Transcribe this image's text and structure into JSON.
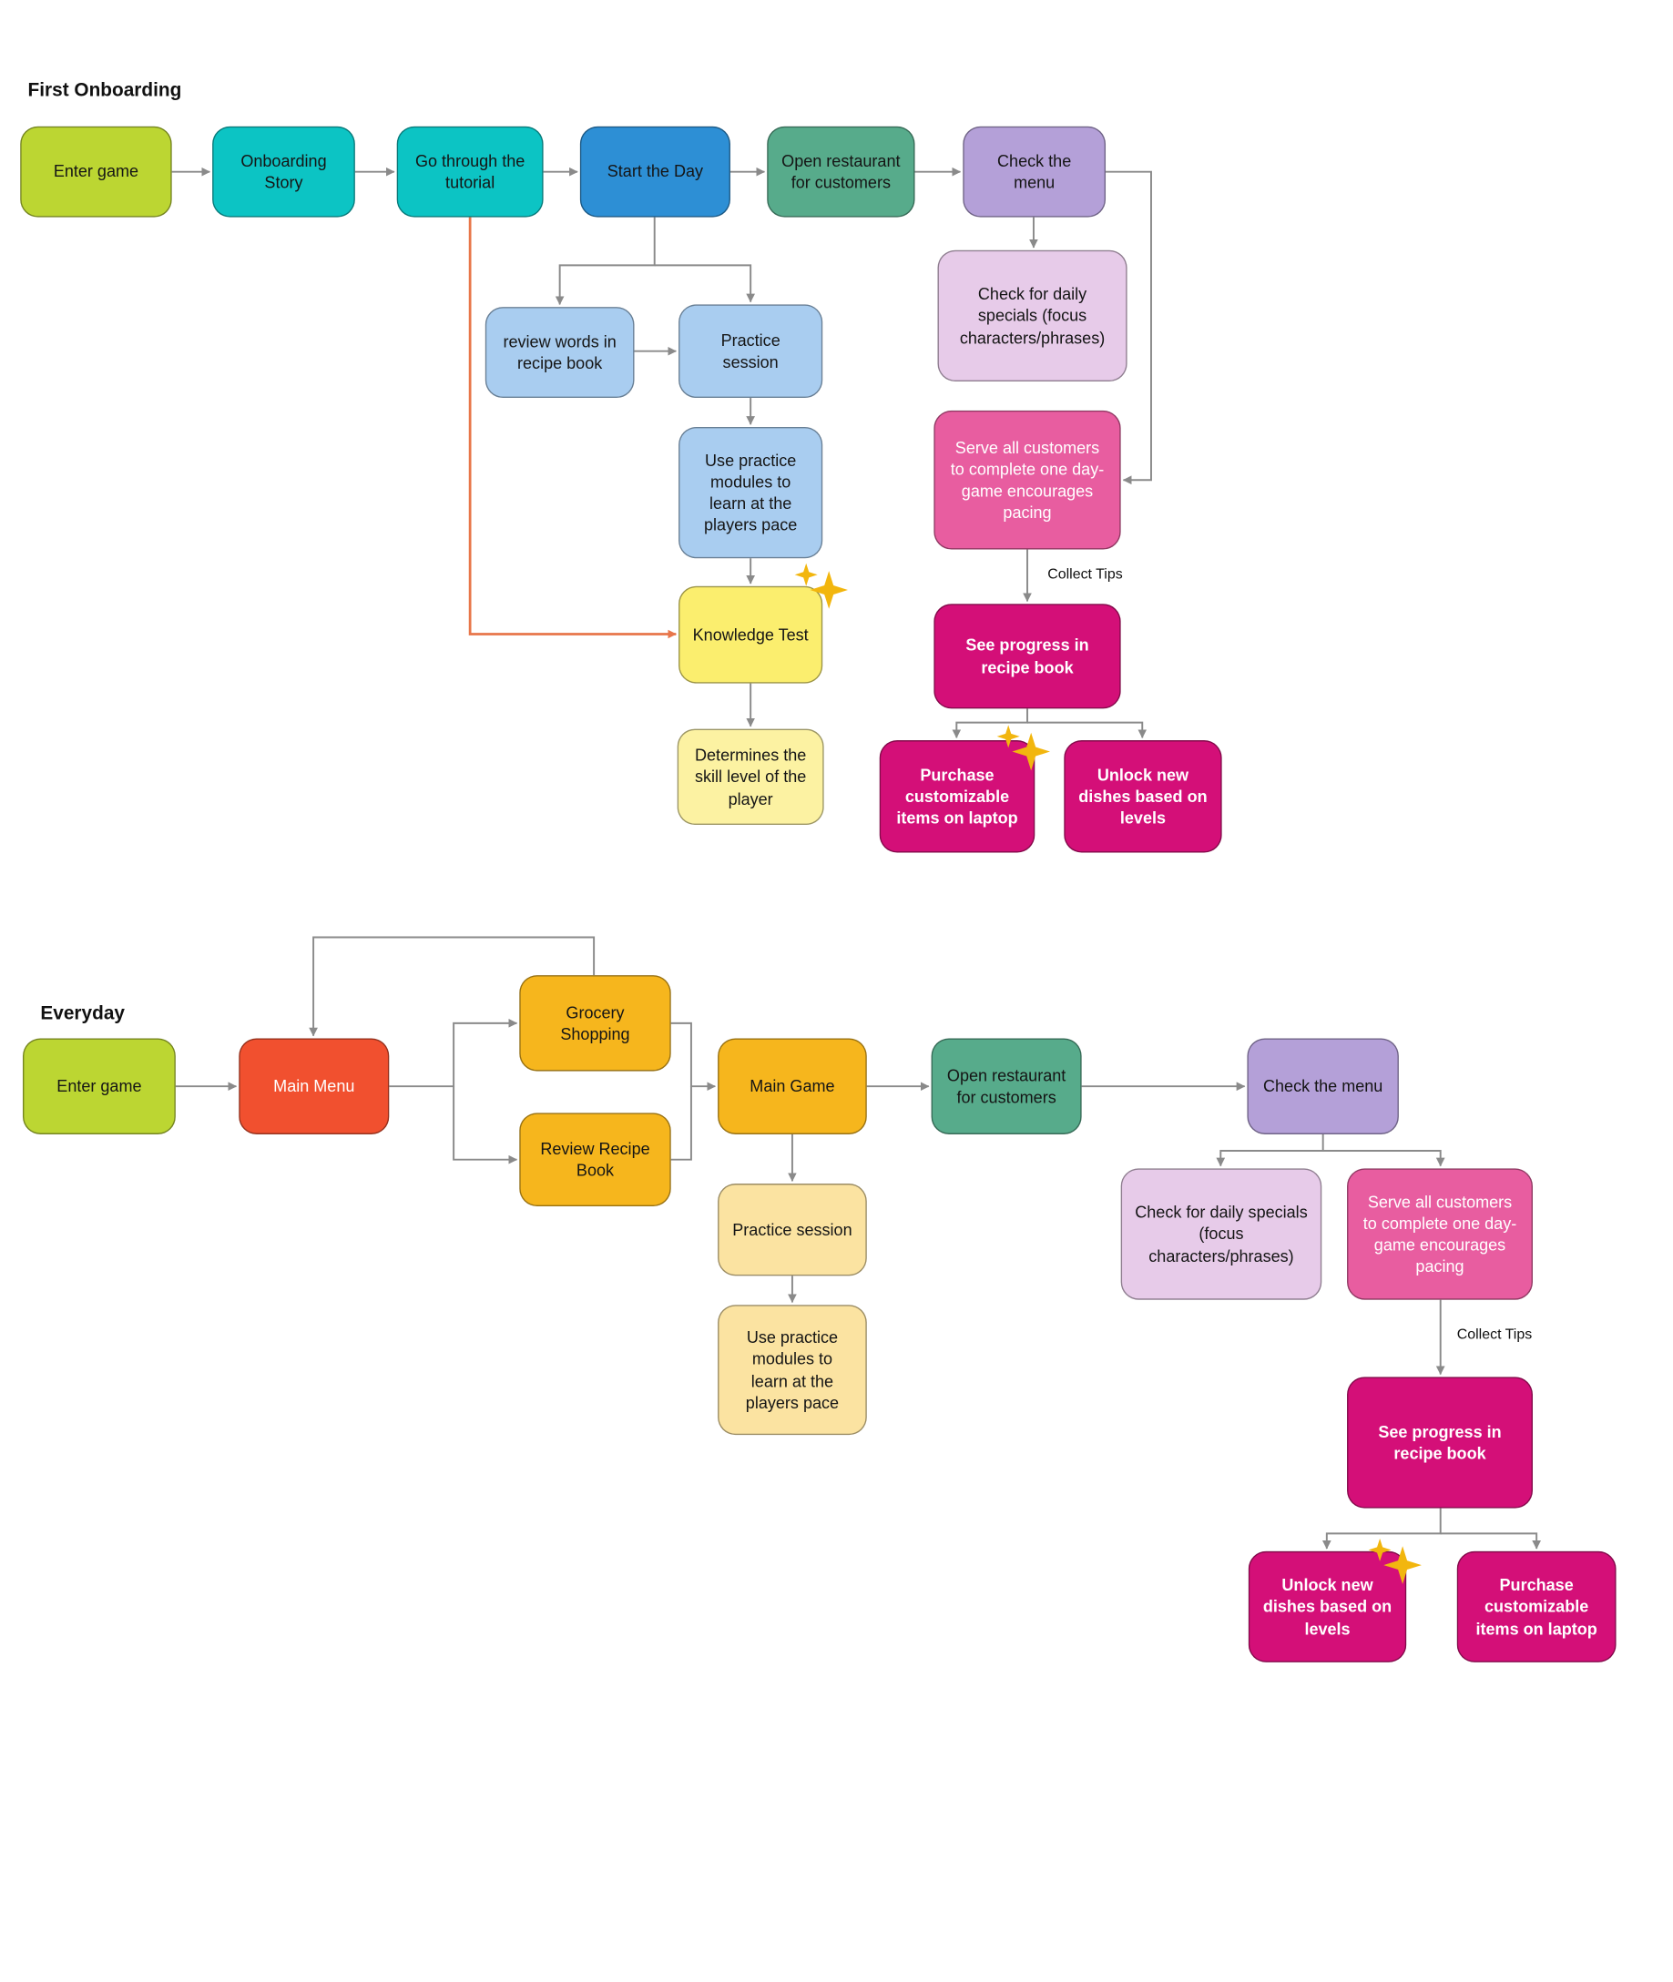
{
  "palette": {
    "lime": "#bcd632",
    "cyan": "#0cc4c4",
    "blue": "#2d8fd5",
    "green": "#57ab8b",
    "purple": "#b4a0d8",
    "light_blue": "#a9cdf0",
    "lavender": "#e7cbe9",
    "pink": "#e85da0",
    "magenta": "#d40f78",
    "yellow": "#fbee6e",
    "pale_yellow": "#fcf2a2",
    "gold": "#f6b61d",
    "cream": "#fbe3a1",
    "orange_red": "#f1502f",
    "connector_gray": "#8a8a8a",
    "connector_orange": "#e8764a",
    "sparkle_gold": "#f2b60e"
  },
  "sections": {
    "onboarding": {
      "title": "First Onboarding"
    },
    "everyday": {
      "title": "Everyday"
    }
  },
  "edge_labels": {
    "collect_tips_onboarding": "Collect Tips",
    "collect_tips_everyday": "Collect Tips"
  },
  "nodes": {
    "ob_enter_game": {
      "label": "Enter game"
    },
    "ob_onboarding_story": {
      "label": "Onboarding Story"
    },
    "ob_tutorial": {
      "label": "Go through the tutorial"
    },
    "ob_start_day": {
      "label": "Start the Day"
    },
    "ob_open_restaurant": {
      "label": "Open restaurant for customers"
    },
    "ob_check_menu": {
      "label": "Check the menu"
    },
    "ob_review_words": {
      "label": "review words in recipe book"
    },
    "ob_practice_session": {
      "label": "Practice session"
    },
    "ob_practice_modules": {
      "label": "Use practice modules to learn at the players pace"
    },
    "ob_knowledge_test": {
      "label": "Knowledge Test"
    },
    "ob_skill_level": {
      "label": "Determines the skill level of the player"
    },
    "ob_daily_specials": {
      "label": "Check for daily specials (focus characters/phrases)"
    },
    "ob_serve_customers": {
      "label": "Serve all customers to complete one day- game encourages pacing"
    },
    "ob_see_progress": {
      "label": "See progress in recipe book"
    },
    "ob_purchase_items": {
      "label": "Purchase customizable items on laptop"
    },
    "ob_unlock_dishes": {
      "label": "Unlock new dishes based on levels"
    },
    "ev_enter_game": {
      "label": "Enter game"
    },
    "ev_main_menu": {
      "label": "Main Menu"
    },
    "ev_grocery": {
      "label": "Grocery Shopping"
    },
    "ev_review_book": {
      "label": "Review Recipe Book"
    },
    "ev_main_game": {
      "label": "Main Game"
    },
    "ev_open_restaurant": {
      "label": "Open restaurant for customers"
    },
    "ev_check_menu": {
      "label": "Check the menu"
    },
    "ev_practice_session": {
      "label": "Practice session"
    },
    "ev_practice_modules": {
      "label": "Use practice modules to learn at the players pace"
    },
    "ev_daily_specials": {
      "label": "Check for daily specials (focus characters/phrases)"
    },
    "ev_serve_customers": {
      "label": "Serve all customers to complete one day- game encourages pacing"
    },
    "ev_see_progress": {
      "label": "See progress in recipe book"
    },
    "ev_unlock_dishes": {
      "label": "Unlock new dishes based on levels"
    },
    "ev_purchase_items": {
      "label": "Purchase customizable items on laptop"
    }
  }
}
